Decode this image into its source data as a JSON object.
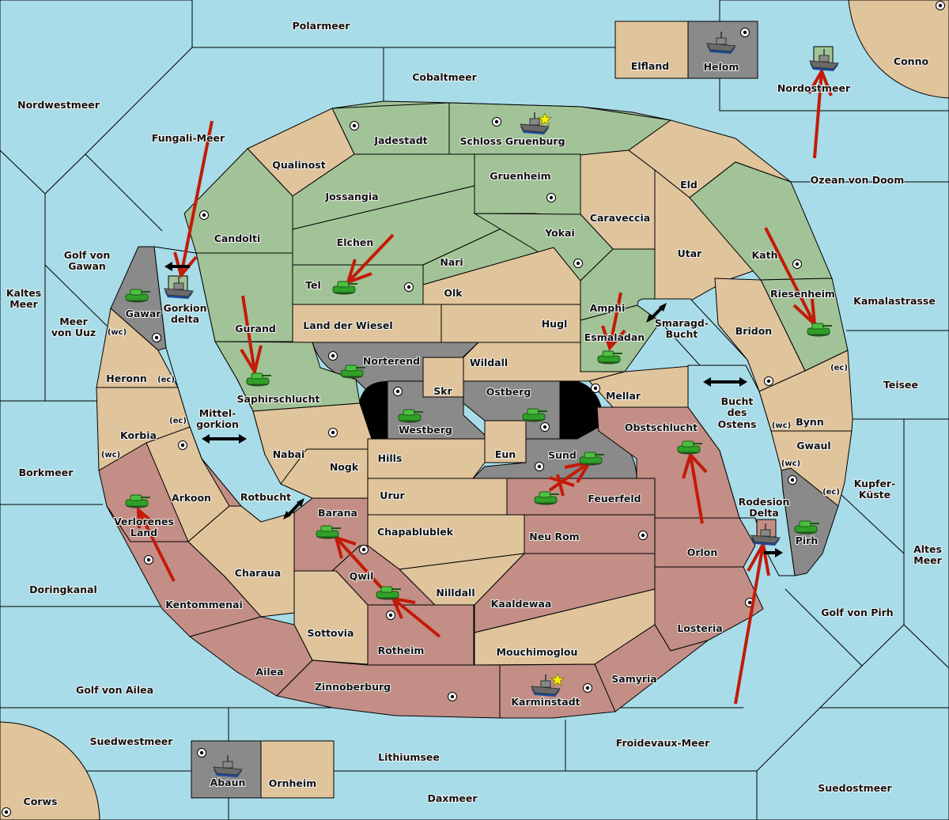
{
  "colors": {
    "sea": "#a8dce8",
    "neutral": "#e0c49c",
    "player_green": "#a2c398",
    "player_red": "#c28e86",
    "player_grey": "#8a8a8a",
    "order_arrow": "#c41a08",
    "capital_star": "#f6f000"
  },
  "sea_regions": [
    "Polarmeer",
    "Cobaltmeer",
    "Nordwestmeer",
    "Fungali-Meer",
    "Nordostmeer",
    "Ozean von Doom",
    "Golf von Gawan",
    "Kaltes Meer",
    "Meer von Uuz",
    "Borkmeer",
    "Doringkanal",
    "Golf von Ailea",
    "Suedwestmeer",
    "Lithiumsee",
    "Daxmeer",
    "Froidevaux-Meer",
    "Suedostmeer",
    "Golf von Pirh",
    "Altes Meer",
    "Kupfer-Küste",
    "Teisee",
    "Kamalastrasse",
    "Smaragd-Bucht",
    "Bucht des Ostens",
    "Mittel-gorkion",
    "Rotbucht",
    "Gorkion delta",
    "Rodesion Delta"
  ],
  "labels": {
    "polarmeer": "Polarmeer",
    "cobaltmeer": "Cobaltmeer",
    "nordwestmeer": "Nordwestmeer",
    "fungali": "Fungali-Meer",
    "nordostmeer": "Nordostmeer",
    "ozean": "Ozean von Doom",
    "golf_gawan_1": "Golf von",
    "golf_gawan_2": "Gawan",
    "kaltes_1": "Kaltes",
    "kaltes_2": "Meer",
    "uuz_1": "Meer",
    "uuz_2": "von Uuz",
    "borkmeer": "Borkmeer",
    "doringkanal": "Doringkanal",
    "golf_ailea": "Golf von Ailea",
    "suedwestmeer": "Suedwestmeer",
    "lithiumsee": "Lithiumsee",
    "daxmeer": "Daxmeer",
    "froidevaux": "Froidevaux-Meer",
    "suedostmeer": "Suedostmeer",
    "golf_pirh": "Golf von Pirh",
    "altes_1": "Altes",
    "altes_2": "Meer",
    "kupfer_1": "Kupfer-",
    "kupfer_2": "Küste",
    "teisee": "Teisee",
    "kamalastrasse": "Kamalastrasse",
    "smaragd_1": "Smaragd-",
    "smaragd_2": "Bucht",
    "bucht_1": "Bucht",
    "bucht_2": "des",
    "bucht_3": "Ostens",
    "mittel_1": "Mittel-",
    "mittel_2": "gorkion",
    "rotbucht": "Rotbucht",
    "gorkion_1": "Gorkion",
    "gorkion_2": "delta",
    "rodesion_1": "Rodesion",
    "rodesion_2": "Delta",
    "elfland": "Elfland",
    "helom": "Helom",
    "conno": "Conno",
    "corws": "Corws",
    "abaun": "Abaun",
    "ornheim": "Ornheim",
    "jadestadt": "Jadestadt",
    "schloss": "Schloss Gruenburg",
    "qualinost": "Qualinost",
    "jossangia": "Jossangia",
    "gruenheim": "Gruenheim",
    "caraveccia": "Caraveccia",
    "eld": "Eld",
    "candolti": "Candolti",
    "elchen": "Elchen",
    "nari": "Nari",
    "yokai": "Yokai",
    "utar": "Utar",
    "kath": "Kath",
    "tel": "Tel",
    "olk": "Olk",
    "amphi": "Amphi",
    "riesenheim": "Riesenheim",
    "gurand": "Gurand",
    "land_wiesel": "Land der Wiesel",
    "hugl": "Hugl",
    "esmaladan": "Esmaladan",
    "bridon": "Bridon",
    "gawar": "Gawar",
    "norterend": "Norterend",
    "wildall": "Wildall",
    "heronn": "Heronn",
    "saphir": "Saphirschlucht",
    "skr": "Skr",
    "ostberg": "Ostberg",
    "mellar": "Mellar",
    "westberg": "Westberg",
    "korbia": "Korbia",
    "nabai": "Nabai",
    "hills": "Hills",
    "eun": "Eun",
    "sund": "Sund",
    "obstschlucht": "Obstschlucht",
    "bynn": "Bynn",
    "gwaul": "Gwaul",
    "nogk": "Nogk",
    "urur": "Urur",
    "feuerfeld": "Feuerfeld",
    "arkoon": "Arkoon",
    "verlorenes_1": "Verlorenes",
    "verlorenes_2": "Land",
    "barana": "Barana",
    "chapablublek": "Chapablublek",
    "neu_rom": "Neu Rom",
    "orlon": "Orlon",
    "pirh": "Pirh",
    "charaua": "Charaua",
    "qwil": "Qwil",
    "nilldall": "Nilldall",
    "kaaldewaa": "Kaaldewaa",
    "kentommenai": "Kentommenai",
    "sottovia": "Sottovia",
    "rotheim": "Rotheim",
    "losteria": "Losteria",
    "mouchimoglou": "Mouchimoglou",
    "ailea": "Ailea",
    "samyria": "Samyria",
    "zinnoberburg": "Zinnoberburg",
    "karminstadt": "Karminstadt"
  },
  "coast_tags": {
    "wc": "(wc)",
    "ec": "(ec)"
  },
  "units": [
    {
      "type": "fleet",
      "region": "Schloss Gruenburg",
      "owner": "grey",
      "capital": true
    },
    {
      "type": "fleet",
      "region": "Helom",
      "owner": "grey"
    },
    {
      "type": "fleet",
      "region": "Nordostmeer",
      "owner": "green"
    },
    {
      "type": "fleet",
      "region": "Gorkion delta",
      "owner": "green"
    },
    {
      "type": "army",
      "region": "Gawar",
      "owner": "grey"
    },
    {
      "type": "army",
      "region": "Tel",
      "owner": "green"
    },
    {
      "type": "army",
      "region": "Saphirschlucht",
      "owner": "green"
    },
    {
      "type": "army",
      "region": "Norterend",
      "owner": "grey"
    },
    {
      "type": "army",
      "region": "Westberg",
      "owner": "grey"
    },
    {
      "type": "army",
      "region": "Ostberg",
      "owner": "grey"
    },
    {
      "type": "army",
      "region": "Esmaladan",
      "owner": "green"
    },
    {
      "type": "army",
      "region": "Riesenheim",
      "owner": "green"
    },
    {
      "type": "army",
      "region": "Sund",
      "owner": "grey"
    },
    {
      "type": "army",
      "region": "Feuerfeld",
      "owner": "red"
    },
    {
      "type": "army",
      "region": "Obstschlucht",
      "owner": "red"
    },
    {
      "type": "army",
      "region": "Verlorenes Land",
      "owner": "red"
    },
    {
      "type": "army",
      "region": "Barana",
      "owner": "red"
    },
    {
      "type": "army",
      "region": "Qwil",
      "owner": "red"
    },
    {
      "type": "army",
      "region": "Pirh",
      "owner": "grey"
    },
    {
      "type": "fleet",
      "region": "Rodesion Delta",
      "owner": "red"
    },
    {
      "type": "fleet",
      "region": "Karminstadt",
      "owner": "red",
      "capital": true
    },
    {
      "type": "fleet",
      "region": "Abaun",
      "owner": "grey"
    }
  ],
  "orders": [
    {
      "from": "Fungali-Meer",
      "to": "Gorkion delta"
    },
    {
      "from": "Ozean von Doom",
      "to": "Nordostmeer"
    },
    {
      "from": "Elchen",
      "to": "Tel"
    },
    {
      "from": "Gurand",
      "to": "Saphirschlucht"
    },
    {
      "from": "Amphi",
      "to": "Esmaladan"
    },
    {
      "from": "Kath",
      "to": "Riesenheim"
    },
    {
      "from": "Feuerfeld",
      "to": "Sund",
      "failed": true
    },
    {
      "from": "Orlon",
      "to": "Obstschlucht"
    },
    {
      "from": "Kentommenai",
      "to": "Verlorenes Land"
    },
    {
      "from": "Qwil",
      "to": "Barana"
    },
    {
      "from": "Rotheim",
      "to": "Qwil"
    },
    {
      "from": "Froidevaux-Meer",
      "to": "Rodesion Delta"
    }
  ]
}
